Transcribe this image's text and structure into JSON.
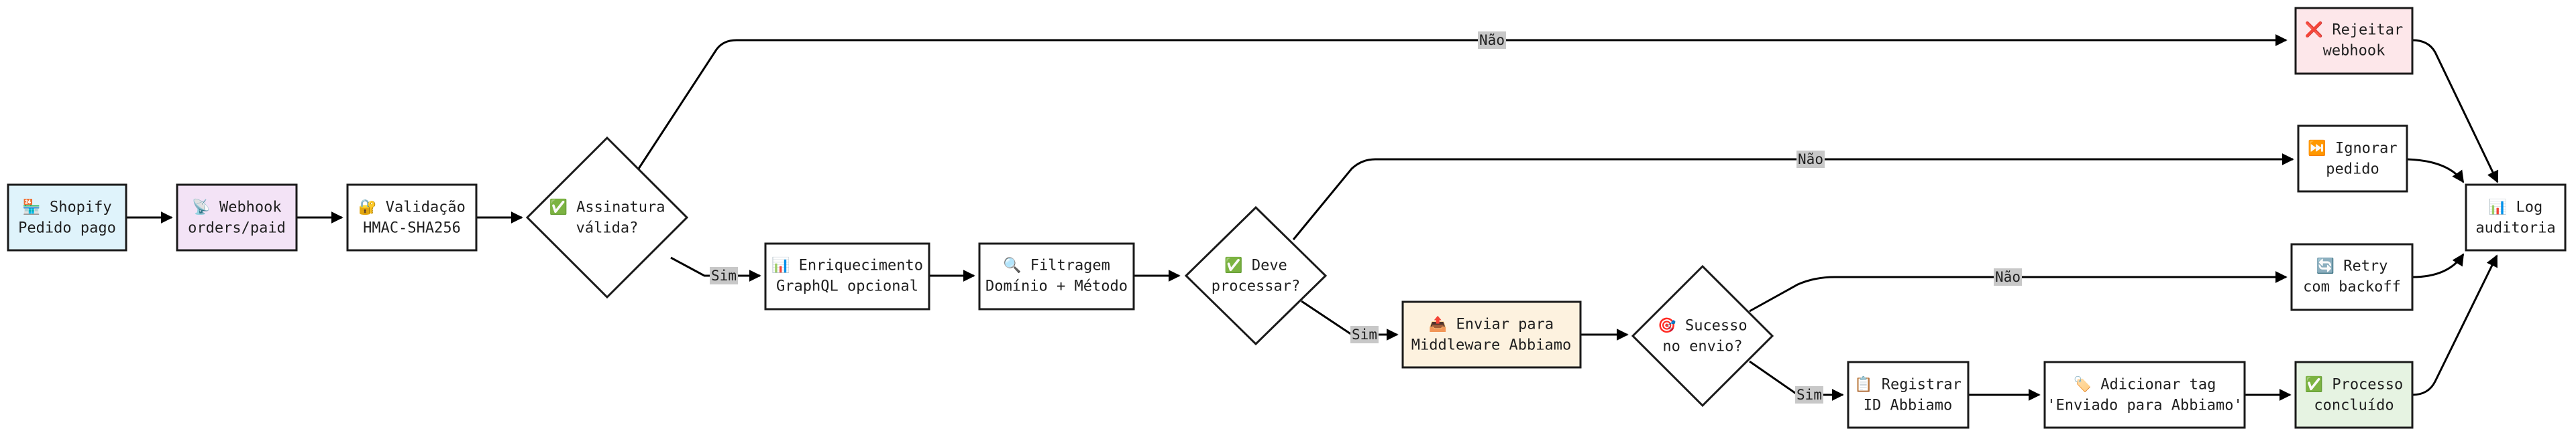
{
  "nodes": {
    "shopify": {
      "line1": "🏪 Shopify",
      "line2": "Pedido pago"
    },
    "webhook": {
      "line1": "📡 Webhook",
      "line2": "orders/paid"
    },
    "validacao": {
      "line1": "🔐 Validação",
      "line2": "HMAC-SHA256"
    },
    "assinatura": {
      "line1": "✅ Assinatura",
      "line2": "válida?"
    },
    "enriquec": {
      "line1": "📊 Enriquecimento",
      "line2": "GraphQL opcional"
    },
    "filtragem": {
      "line1": "🔍 Filtragem",
      "line2": "Domínio + Método"
    },
    "processar": {
      "line1": "✅ Deve",
      "line2": "processar?"
    },
    "enviar": {
      "line1": "📤 Enviar para",
      "line2": "Middleware Abbiamo"
    },
    "sucesso": {
      "line1": "🎯 Sucesso",
      "line2": "no envio?"
    },
    "registrar": {
      "line1": "📋 Registrar",
      "line2": "ID Abbiamo"
    },
    "adicionar": {
      "line1": "🏷️ Adicionar tag",
      "line2": "'Enviado para Abbiamo'"
    },
    "concluido": {
      "line1": "✅ Processo",
      "line2": "concluído"
    },
    "rejeitar": {
      "line1": "❌ Rejeitar",
      "line2": "webhook"
    },
    "ignorar": {
      "line1": "⏭️ Ignorar",
      "line2": "pedido"
    },
    "retry": {
      "line1": "🔄 Retry",
      "line2": "com backoff"
    },
    "log": {
      "line1": "📊 Log",
      "line2": "auditoria"
    }
  },
  "edges": {
    "nao1": "Não",
    "sim1": "Sim",
    "nao2": "Não",
    "sim2": "Sim",
    "nao3": "Não",
    "sim3": "Sim"
  },
  "colors": {
    "shopify_fill": "#dff3fb",
    "webhook_fill": "#f3e3f6",
    "enviar_fill": "#fdf2df",
    "rejeitar_fill": "#fde7ea",
    "concluido_fill": "#e6f3e2",
    "default_fill": "#ffffff"
  }
}
